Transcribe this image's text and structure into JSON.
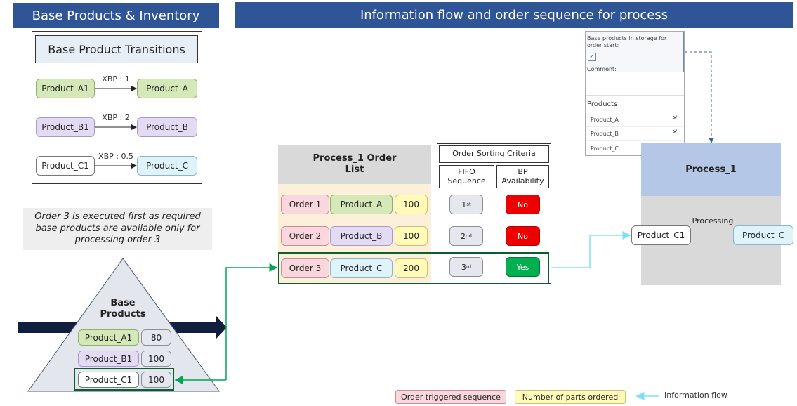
{
  "left_banner": "Base Products & Inventory",
  "right_banner": "Information flow and order sequence for process",
  "transitions": {
    "title": "Base Product Transitions",
    "rows": [
      {
        "from": "Product_A1",
        "label": "XBP : 1",
        "to": "Product_A"
      },
      {
        "from": "Product_B1",
        "label": "XBP : 2",
        "to": "Product_B"
      },
      {
        "from": "Product_C1",
        "label": "XBP : 0.5",
        "to": "Product_C"
      }
    ]
  },
  "note": "Order 3 is executed first as required base products are available  only for processing order 3",
  "pyramid": {
    "title": "Base Products",
    "items": [
      {
        "name": "Product_A1",
        "qty": "80"
      },
      {
        "name": "Product_B1",
        "qty": "100"
      },
      {
        "name": "Product_C1",
        "qty": "100"
      }
    ]
  },
  "order_list": {
    "title": "Process_1 Order List",
    "rows": [
      {
        "order": "Order 1",
        "product": "Product_A",
        "qty": "100"
      },
      {
        "order": "Order 2",
        "product": "Product_B",
        "qty": "100"
      },
      {
        "order": "Order 3",
        "product": "Product_C",
        "qty": "200"
      }
    ]
  },
  "sorting": {
    "title": "Order Sorting Criteria",
    "col1": "FIFO Sequence",
    "col2": "BP Availability",
    "rows": [
      {
        "seq_num": "1",
        "seq_sup": "st",
        "avail": "No"
      },
      {
        "seq_num": "2",
        "seq_sup": "nd",
        "avail": "No"
      },
      {
        "seq_num": "3",
        "seq_sup": "rd",
        "avail": "Yes"
      }
    ]
  },
  "panel": {
    "checkbox_label": "Base products in storage for order start:",
    "checkbox_mark": "✓",
    "comment_label": "Comment:",
    "products_heading": "Products",
    "products": [
      "Product_A",
      "Product_B",
      "Product_C"
    ],
    "remove_glyph": "✕"
  },
  "process": {
    "title": "Process_1",
    "processing_label": "Processing",
    "input": "Product_C1",
    "output": "Product_C"
  },
  "legend": {
    "order_triggered": "Order triggered sequence",
    "parts_ordered": "Number of parts ordered",
    "info_flow": "Information flow"
  },
  "colors": {
    "banner": "#2f5597",
    "info_flow_line": "#7fe0f5",
    "green_flow": "#00a651",
    "dark_arrow": "#0f1f3d"
  }
}
